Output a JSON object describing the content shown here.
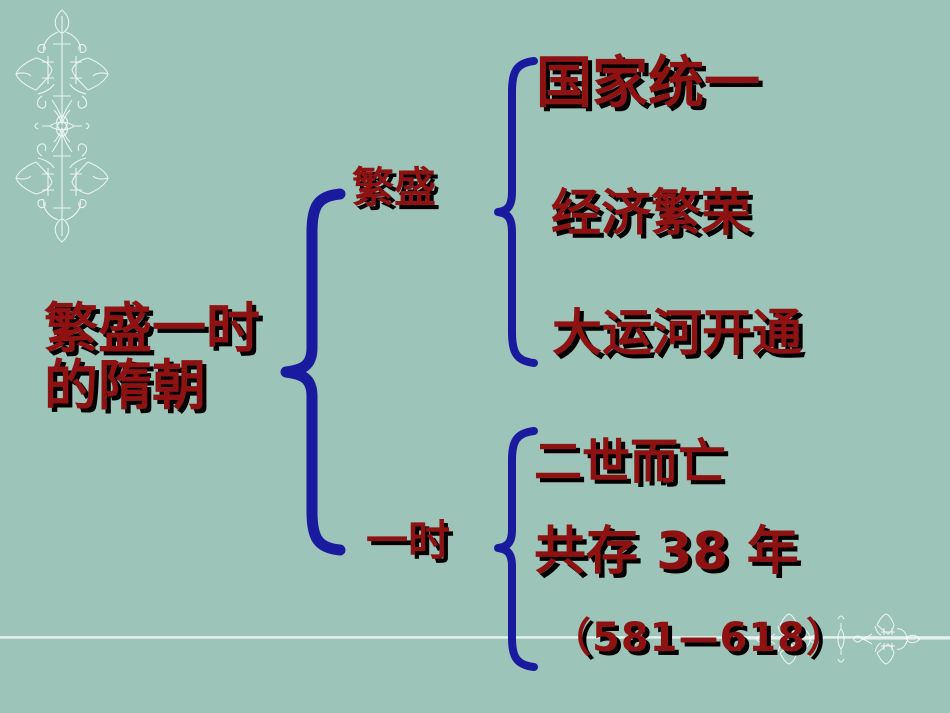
{
  "slide": {
    "background_color": "#9cc4b8",
    "text_color": "#8e1212",
    "shadow_color": "#000000",
    "brace_color": "#1a1a9e",
    "divider_color": "#ffffff"
  },
  "diagram": {
    "root": {
      "line1": "繁盛一时",
      "line2": "的隋朝"
    },
    "branches": [
      {
        "label": "繁盛",
        "items": [
          "国家统一",
          "经济繁荣",
          "大运河开通"
        ]
      },
      {
        "label": "一时",
        "items": [
          "二世而亡",
          "共存 38 年",
          "（581—618）"
        ]
      }
    ]
  },
  "ornaments": {
    "left": "floral-damask-ornament",
    "bottom": "floral-damask-band-ornament",
    "divider": "horizontal-rule"
  }
}
